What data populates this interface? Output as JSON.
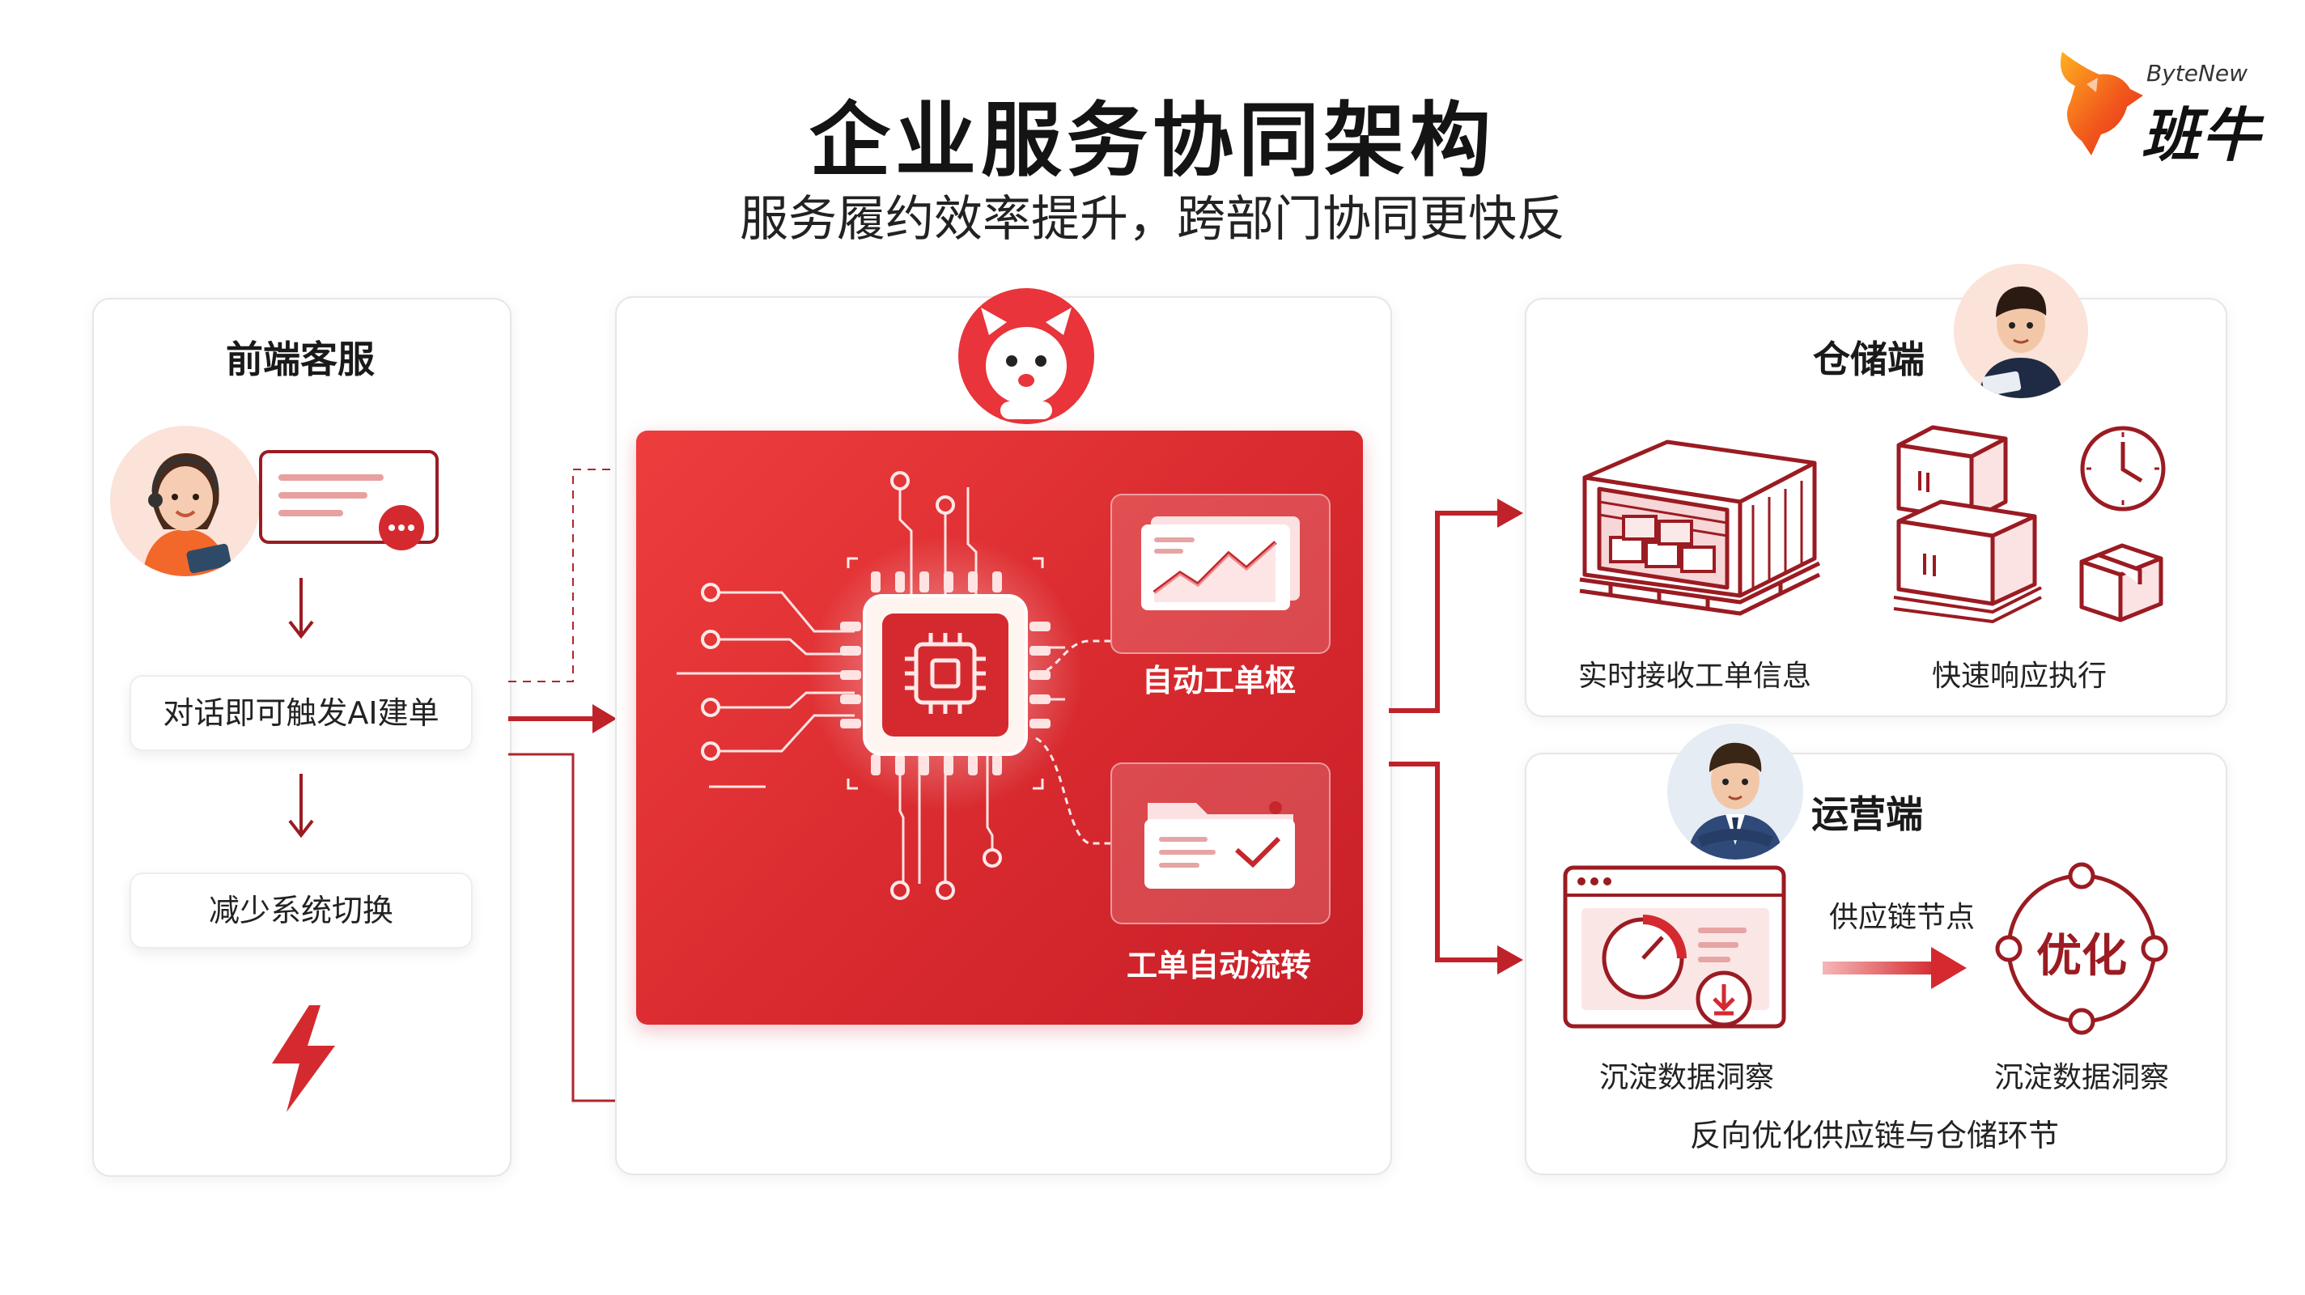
{
  "header": {
    "title": "企业服务协同架构",
    "subtitle": "服务履约效率提升，跨部门协同更快反"
  },
  "brand": {
    "name_en": "ByteNew",
    "name_cn": "班牛",
    "color": "#f05a1e"
  },
  "colors": {
    "accent": "#d42a2f",
    "dark_red": "#9b1b22"
  },
  "frontend": {
    "title": "前端客服",
    "steps": [
      "对话即可触发AI建单",
      "减少系统切换"
    ]
  },
  "center": {
    "cards": [
      {
        "label": "自动工单枢",
        "icon": "trend-chart-icon"
      },
      {
        "label": "工单自动流转",
        "icon": "folder-check-icon"
      }
    ]
  },
  "warehouse": {
    "title": "仓储端",
    "items": [
      "实时接收工单信息",
      "快速响应执行"
    ]
  },
  "operations": {
    "title": "运营端",
    "arrow_label": "供应链节点",
    "optimize_label": "优化",
    "items": [
      "沉淀数据洞察",
      "沉淀数据洞察"
    ],
    "footer": "反向优化供应链与仓储环节"
  }
}
